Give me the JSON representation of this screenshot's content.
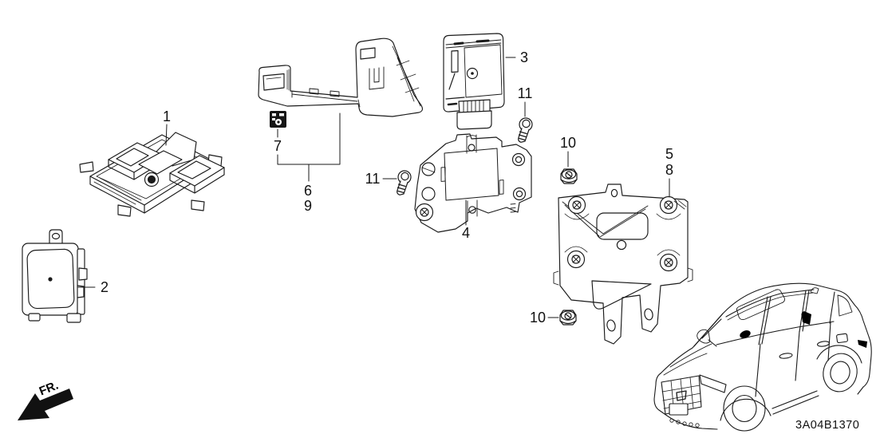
{
  "figure": {
    "code": "3A04B1370",
    "fr_indicator": "FR.",
    "colors": {
      "background": "#ffffff",
      "line_art": "#1a1a1a",
      "solid_marks": "#111111"
    }
  },
  "callouts": [
    {
      "label": "1"
    },
    {
      "label": "2"
    },
    {
      "label": "3"
    },
    {
      "label": "4"
    },
    {
      "label": "5"
    },
    {
      "label": "8"
    },
    {
      "label": "6"
    },
    {
      "label": "9"
    },
    {
      "label": "7"
    },
    {
      "label": "10"
    },
    {
      "label": "10"
    },
    {
      "label": "11"
    },
    {
      "label": "11"
    }
  ]
}
